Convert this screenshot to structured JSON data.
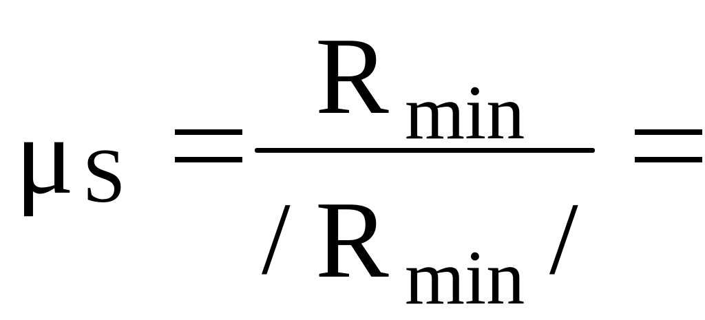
{
  "formula": {
    "lhs_symbol": "μ",
    "lhs_subscript": "S",
    "equals": "=",
    "numerator": {
      "symbol": "R",
      "subscript": "min"
    },
    "denominator": {
      "left_delimiter": "/",
      "symbol": "R",
      "subscript": "min",
      "right_delimiter": "/"
    },
    "trailing_equals": "="
  }
}
